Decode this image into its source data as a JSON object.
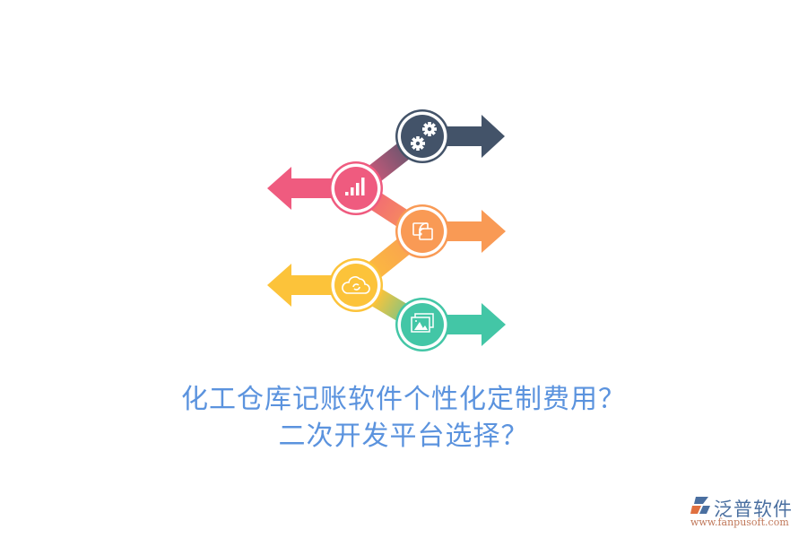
{
  "title": {
    "line1": "化工仓库记账软件个性化定制费用？",
    "line2": "二次开发平台选择？"
  },
  "infographic": {
    "steps": [
      {
        "icon": "gears-icon",
        "color": "#435369",
        "direction": "right"
      },
      {
        "icon": "bar-chart-icon",
        "color": "#ef5b7f",
        "direction": "left"
      },
      {
        "icon": "wireless-screen-icon",
        "color": "#f99a55",
        "direction": "right"
      },
      {
        "icon": "cloud-sync-icon",
        "color": "#fcc33a",
        "direction": "left"
      },
      {
        "icon": "image-gallery-icon",
        "color": "#43c6a6",
        "direction": "right"
      }
    ]
  },
  "logo": {
    "name": "泛普软件",
    "url": "www.fanpusoft.com"
  },
  "colors": {
    "title": "#5b93de",
    "logo_name": "#4a6fa0",
    "logo_url": "#c0785a"
  }
}
